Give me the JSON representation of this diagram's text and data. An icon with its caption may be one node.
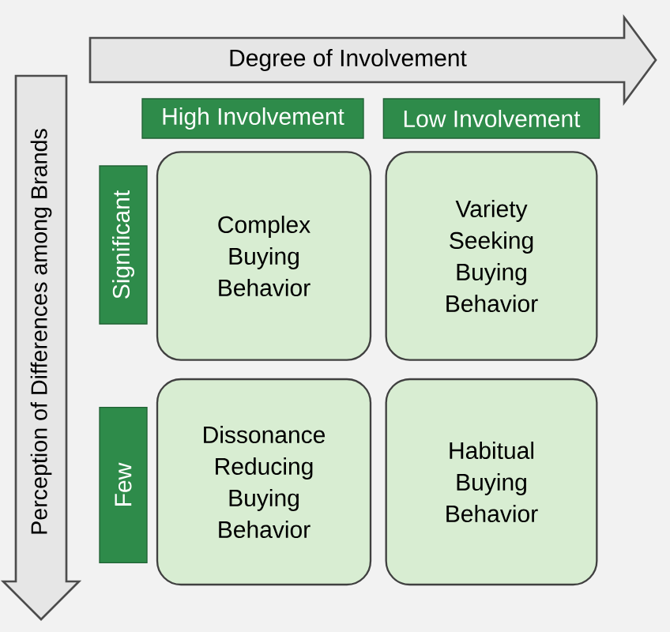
{
  "diagram": {
    "nodes": [
      {
        "text": [
          "Degree of Involvement"
        ]
      },
      {
        "text": [
          "Perception of Differences among Brands"
        ]
      },
      {
        "text": [
          "High Involvement"
        ]
      },
      {
        "text": [
          "Low Involvement"
        ]
      },
      {
        "text": [
          "Significant"
        ]
      },
      {
        "text": [
          "Few"
        ]
      },
      {
        "text": [
          "Complex Buying Behavior"
        ]
      },
      {
        "text": [
          "Variety Seeking Buying Behavior"
        ]
      },
      {
        "text": [
          "Dissonance Reducing Buying Behavior"
        ]
      },
      {
        "text": [
          "Habitual Buying Behavior"
        ]
      }
    ]
  }
}
